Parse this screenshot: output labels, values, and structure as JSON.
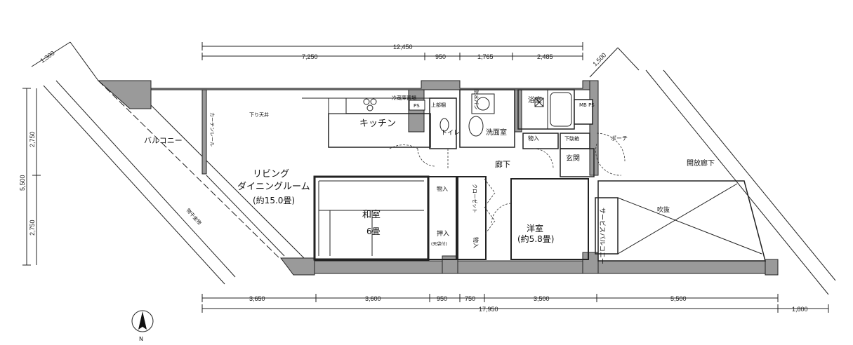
{
  "rooms": {
    "living": [
      "リビング",
      "ダイニングルーム",
      "(約15.0畳)"
    ],
    "kitchen": "キッチン",
    "washitsu": [
      "和室",
      "6畳"
    ],
    "youshitsu": [
      "洋室",
      "(約5.8畳)"
    ],
    "bath": "浴室",
    "washroom": "洗面室",
    "toilet": "トイレ",
    "corridor": "廊下",
    "entrance": "玄関",
    "porch": "ポーチ",
    "balcony": "バルコニー",
    "service_balcony": "サービスバルコニー",
    "fukinuke": "吹抜",
    "open_corridor": "開放廊下"
  },
  "fixtures": {
    "sagari_tenjo": "下り天井",
    "curtain_rail": "カーテンレール",
    "fridge": "冷蔵庫置場",
    "ps": "PS",
    "upper_cabinet": "上部棚",
    "shoes": "下駄箱",
    "storage": "物入",
    "storage2": "物入",
    "storage3": "物入",
    "closet": "クローゼット",
    "oshiire": "押入",
    "tenbukuro": "(天袋付)",
    "mb_ps": "MB PS",
    "drying": "物干金物",
    "bouhan": "防水パン"
  },
  "dimensions": {
    "top_total": "12,450",
    "top_parts": [
      "7,250",
      "950",
      "1,765",
      "2,485"
    ],
    "bottom_parts": [
      "3,650",
      "3,600",
      "950",
      "750",
      "3,500",
      "5,500"
    ],
    "bottom_total": "17,950",
    "bottom_right": "1,800",
    "left_total": "5,500",
    "left_parts": [
      "2,750",
      "2,750"
    ],
    "diag_left": "1,300",
    "diag_right": "1,500"
  },
  "compass": "N"
}
